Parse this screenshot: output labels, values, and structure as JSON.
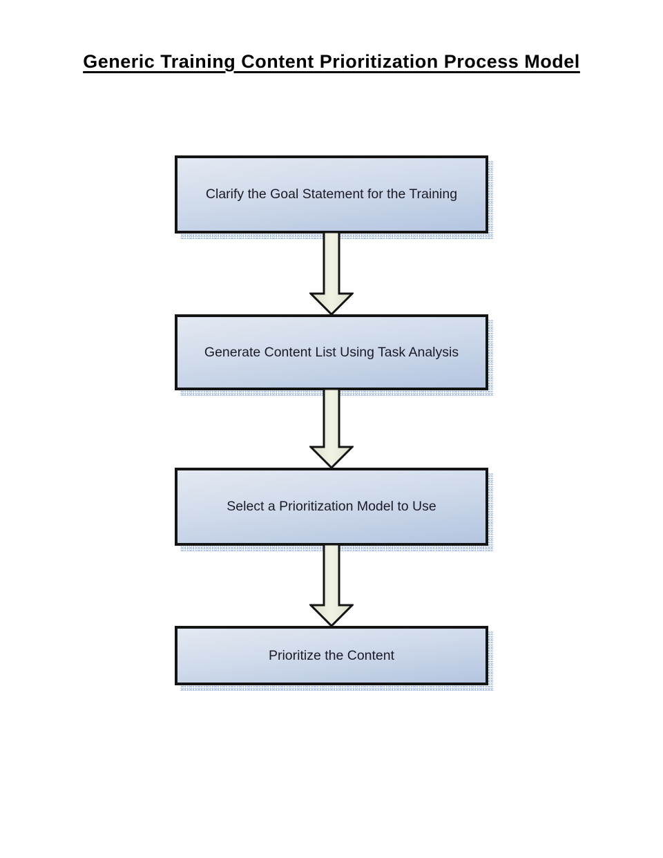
{
  "document": {
    "title": "Generic Training Content Prioritization Process Model"
  },
  "flowchart": {
    "type": "top-down process flow",
    "steps": [
      "Clarify the Goal Statement for the Training",
      "Generate Content List Using Task Analysis",
      "Select a Prioritization Model to Use",
      "Prioritize the Content"
    ],
    "connector_icon": "down-block-arrow"
  },
  "colors": {
    "box_border": "#141414",
    "box_gradient_top": "#e4e9f2",
    "box_gradient_bottom": "#b4c5e0",
    "box_shadow_dots": "#a4bde1",
    "arrow_fill": "#e8ead9",
    "arrow_outline": "#141414",
    "title_text": "#000000",
    "box_text": "#1b1b26",
    "page_background": "#ffffff",
    "left_margin_text": "#7f9ccb"
  }
}
